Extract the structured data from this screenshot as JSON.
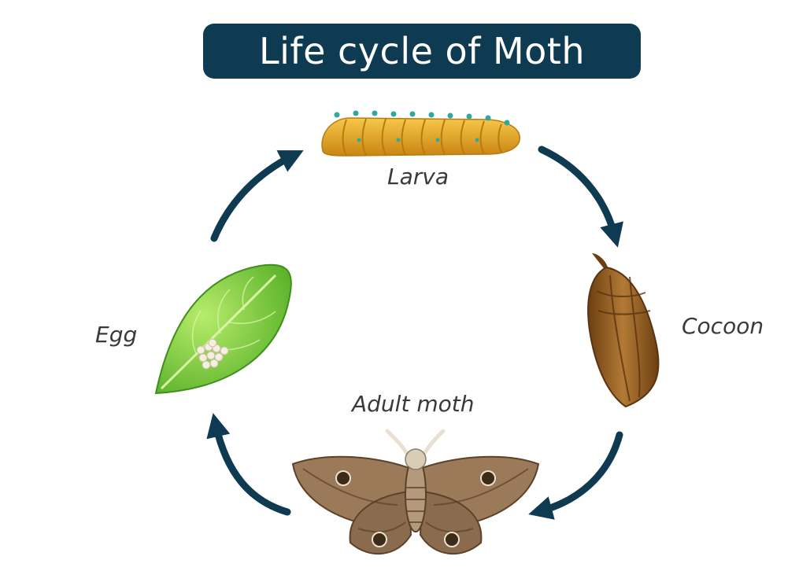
{
  "title": "Life cycle of Moth",
  "stages": {
    "larva": "Larva",
    "cocoon": "Cocoon",
    "adult": "Adult moth",
    "egg": "Egg"
  },
  "colors": {
    "title_bg": "#0e3a52",
    "arrow": "#0e3a52",
    "leaf": "#7ccf3a",
    "larva": "#e6a51f",
    "cocoon": "#9a6122",
    "moth": "#8b6b4d"
  }
}
